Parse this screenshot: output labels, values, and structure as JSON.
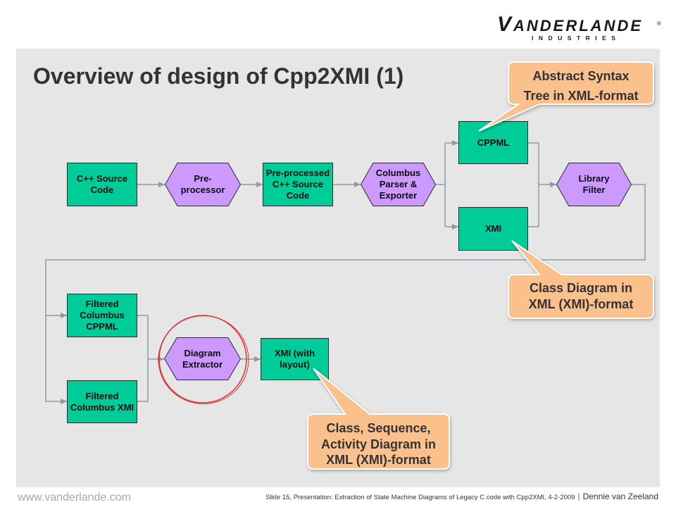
{
  "logo": {
    "name": "VANDERLANDE",
    "subtitle": "INDUSTRIES",
    "registered_mark": "®"
  },
  "slide": {
    "title": "Overview of design of Cpp2XMI (1)"
  },
  "diagram": {
    "nodes": {
      "cpp_source": "C++ Source\nCode",
      "preprocessor": "Pre-\nprocessor",
      "preprocessed_source": "Pre-processed\nC++ Source\nCode",
      "columbus_parser": "Columbus\nParser &\nExporter",
      "cppml": "CPPML",
      "xmi": "XMI",
      "library_filter": "Library\nFilter",
      "filtered_cppml": "Filtered\nColumbus\nCPPML",
      "filtered_xmi": "Filtered\nColumbus XMI",
      "diagram_extractor": "Diagram\nExtractor",
      "xmi_with_layout": "XMI (with\nlayout)"
    },
    "callouts": {
      "ast": "Abstract Syntax\nTree in XML-format",
      "class_diagram": "Class Diagram in\nXML (XMI)-format",
      "activity_diagram": "Class, Sequence,\nActivity Diagram in\nXML (XMI)-format"
    }
  },
  "footer": {
    "website": "www.vanderlande.com",
    "slide_info": "Slide 15, Presentation: Extraction of State Machine Diagrams of Legacy C code with Cpp2XMI, 4-2-2009",
    "separator": "|",
    "author": "Dennie van Zeeland"
  },
  "colors": {
    "artifact_box": "#00cc99",
    "process_step": "#cc99ff",
    "callout": "#fbc18d",
    "highlight_circle": "#d93434",
    "connector": "#8e98a8",
    "content_background": "#e6e6e6"
  }
}
